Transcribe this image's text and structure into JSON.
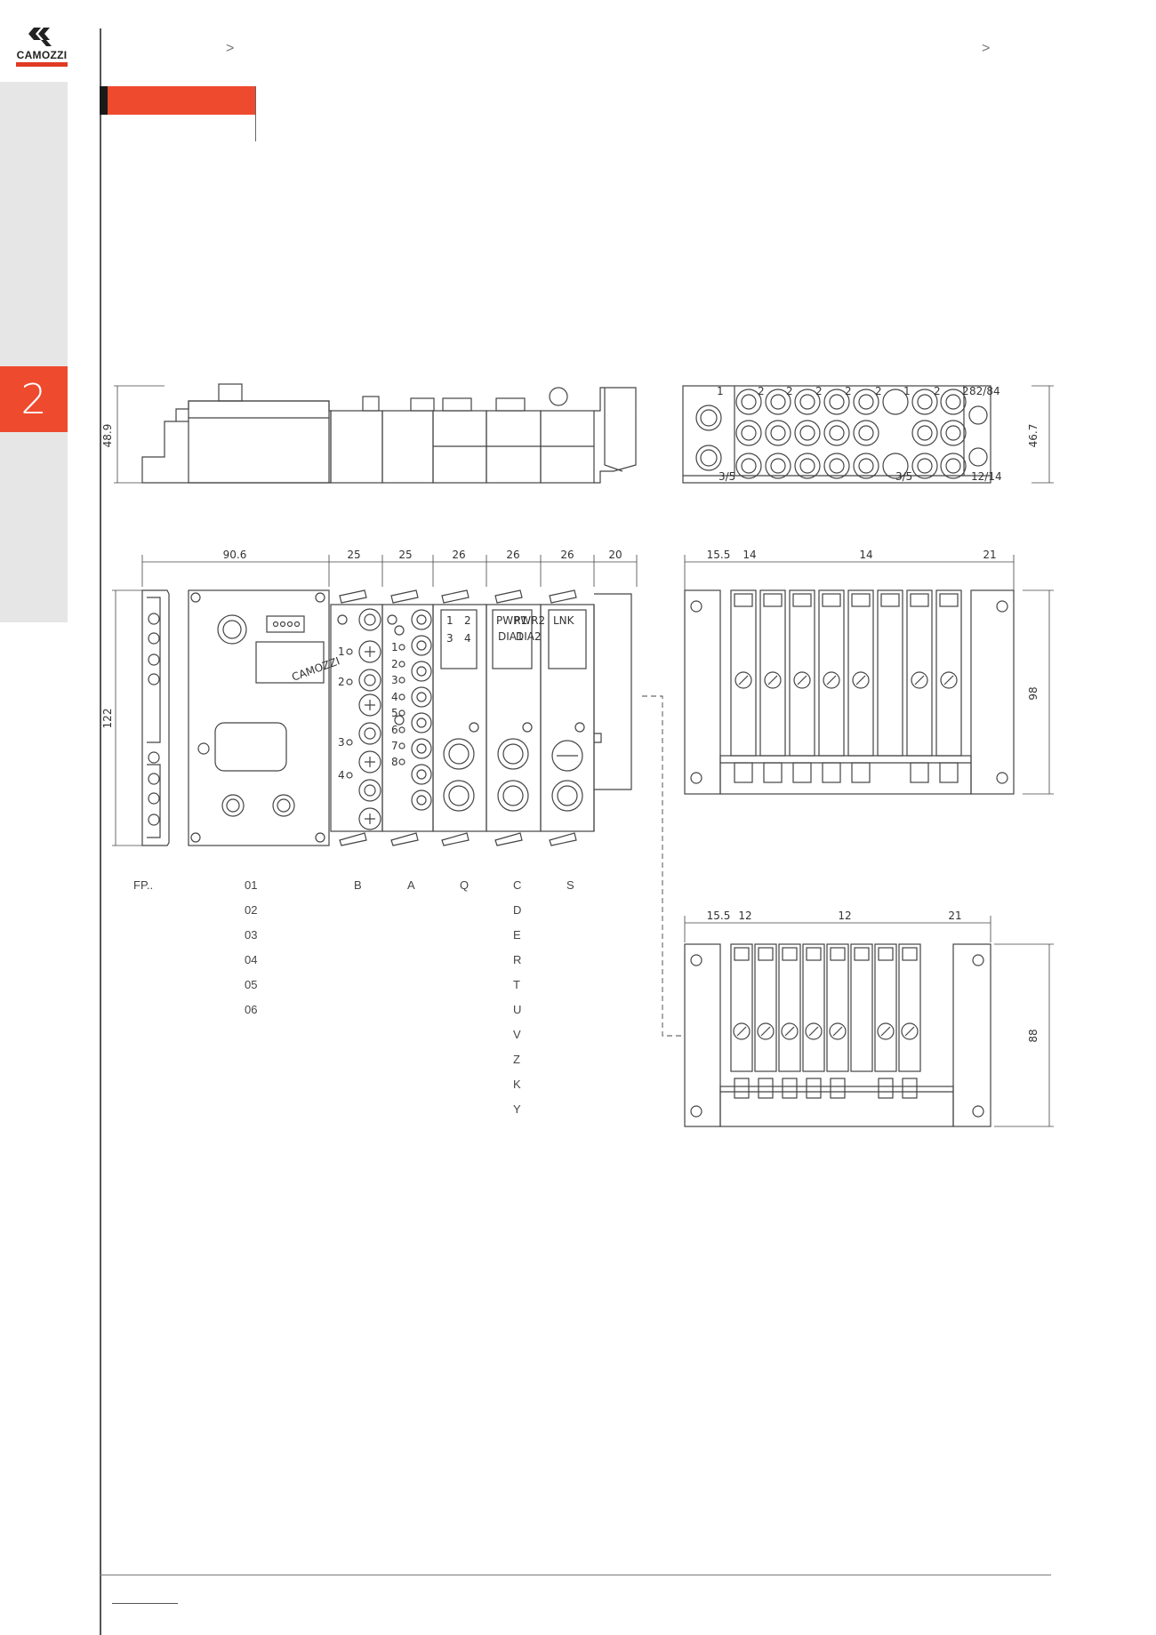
{
  "header": {
    "logo_text": "CAMOZZI",
    "breadcrumb_left_arrow": ">",
    "breadcrumb_right_arrow": ">"
  },
  "sidebar": {
    "chapter_number": "2"
  },
  "drawings": {
    "side_view": {
      "height_dim": "48.9"
    },
    "port_view": {
      "height_dim": "46.7",
      "labels": [
        "1",
        "2",
        "2",
        "2",
        "2",
        "2",
        "1",
        "2",
        "2",
        "82/84",
        "3/5",
        "3/5",
        "12/14"
      ]
    },
    "front_view": {
      "width_dims": [
        "90.6",
        "25",
        "25",
        "26",
        "26",
        "26",
        "20"
      ],
      "height_dim": "122",
      "led_labels_b": [
        "1",
        "2",
        "3",
        "4"
      ],
      "led_labels_a": [
        "1",
        "2",
        "3",
        "4",
        "5",
        "6",
        "7",
        "8"
      ],
      "q_labels": [
        "1",
        "2",
        "3",
        "4"
      ],
      "c_labels": [
        "PWR1",
        "PWR2",
        "DIA1",
        "DIA2"
      ],
      "s_label": "LNK",
      "maker_mark": "CAMOZZI"
    },
    "valve_view_14": {
      "dims": [
        "15.5",
        "14",
        "14",
        "21"
      ],
      "height_dim": "98"
    },
    "valve_view_12": {
      "dims": [
        "15.5",
        "12",
        "12",
        "21"
      ],
      "height_dim": "88"
    }
  },
  "codes": {
    "prefix": "FP..",
    "node_codes": [
      "01",
      "02",
      "03",
      "04",
      "05",
      "06"
    ],
    "module_b": "B",
    "module_a": "A",
    "module_q": "Q",
    "module_c_codes": [
      "C",
      "D",
      "E",
      "R",
      "T",
      "U",
      "V",
      "Z",
      "K",
      "Y"
    ],
    "module_s": "S"
  }
}
